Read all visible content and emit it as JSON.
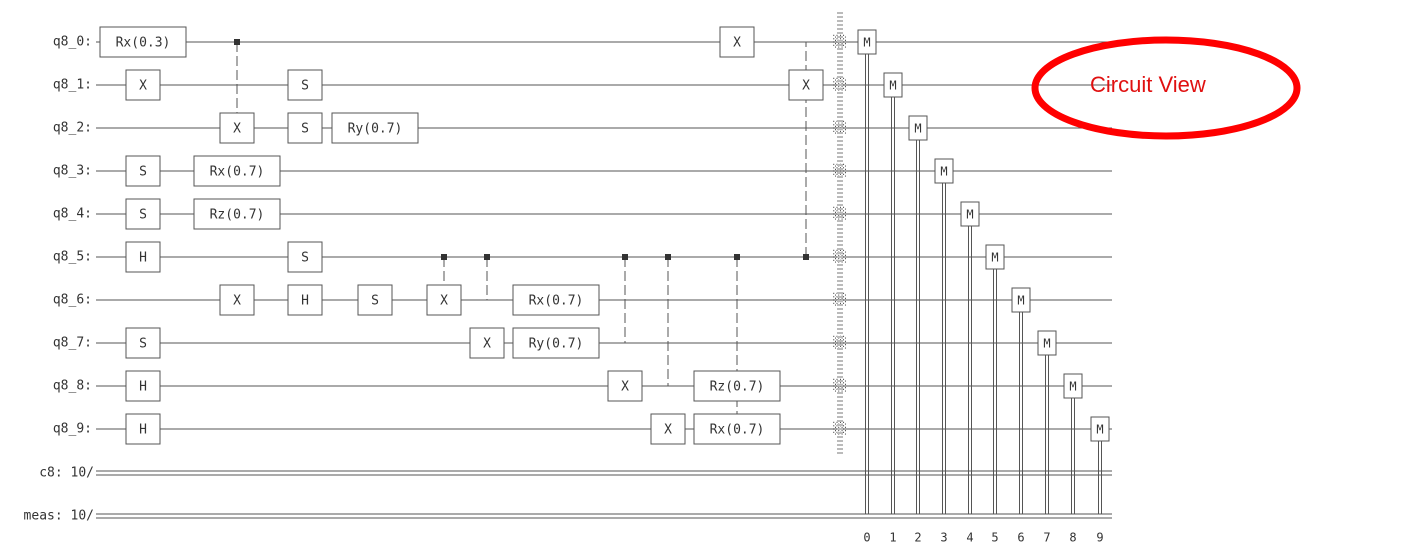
{
  "qubits": [
    "q8_0: ",
    "q8_1: ",
    "q8_2: ",
    "q8_3: ",
    "q8_4: ",
    "q8_5: ",
    "q8_6: ",
    "q8_7: ",
    "q8_8: ",
    "q8_9: "
  ],
  "cregs": [
    "c8: 10/",
    "meas: 10/"
  ],
  "gates": [
    {
      "label": "Rx(0.3)",
      "qubits": [
        0
      ]
    },
    {
      "label": "X",
      "qubits": [
        1
      ]
    },
    {
      "label": "S",
      "qubits": [
        3
      ]
    },
    {
      "label": "S",
      "qubits": [
        4
      ]
    },
    {
      "label": "H",
      "qubits": [
        5
      ]
    },
    {
      "label": "S",
      "qubits": [
        7
      ]
    },
    {
      "label": "H",
      "qubits": [
        8
      ]
    },
    {
      "label": "H",
      "qubits": [
        9
      ]
    },
    {
      "label": "X",
      "qubits": [
        2
      ]
    },
    {
      "label": "Rx(0.7)",
      "qubits": [
        3
      ]
    },
    {
      "label": "Rz(0.7)",
      "qubits": [
        4
      ]
    },
    {
      "label": "X",
      "qubits": [
        6
      ]
    },
    {
      "label": "S",
      "qubits": [
        1
      ]
    },
    {
      "label": "S",
      "qubits": [
        2
      ]
    },
    {
      "label": "S",
      "qubits": [
        5
      ]
    },
    {
      "label": "H",
      "qubits": [
        6
      ]
    },
    {
      "label": "Ry(0.7)",
      "qubits": [
        2
      ]
    },
    {
      "label": "S",
      "qubits": [
        6
      ]
    },
    {
      "label": "X",
      "qubits": [
        6
      ]
    },
    {
      "label": "X",
      "qubits": [
        7
      ]
    },
    {
      "label": "Rx(0.7)",
      "qubits": [
        6
      ]
    },
    {
      "label": "Ry(0.7)",
      "qubits": [
        7
      ]
    },
    {
      "label": "X",
      "qubits": [
        8
      ]
    },
    {
      "label": "X",
      "qubits": [
        9
      ]
    },
    {
      "label": "Rz(0.7)",
      "qubits": [
        8
      ]
    },
    {
      "label": "Rx(0.7)",
      "qubits": [
        9
      ]
    },
    {
      "label": "X",
      "qubits": [
        0
      ]
    },
    {
      "label": "X",
      "qubits": [
        1
      ]
    }
  ],
  "controls": [
    {
      "control": 0,
      "target": 2
    },
    {
      "control": 5,
      "target": 6
    },
    {
      "control": 5,
      "target": 6
    },
    {
      "control": 5,
      "target": 7
    },
    {
      "control": 5,
      "target": 8
    },
    {
      "control": 5,
      "target": 9
    },
    {
      "control": 5,
      "target": 0
    },
    {
      "control": 5,
      "target": 1
    }
  ],
  "barrier_label": "░",
  "measure_label": "M",
  "measure_indices": [
    "0",
    "1",
    "2",
    "3",
    "4",
    "5",
    "6",
    "7",
    "8",
    "9"
  ],
  "callout": {
    "label": "Circuit View",
    "color": "#ff0000"
  }
}
